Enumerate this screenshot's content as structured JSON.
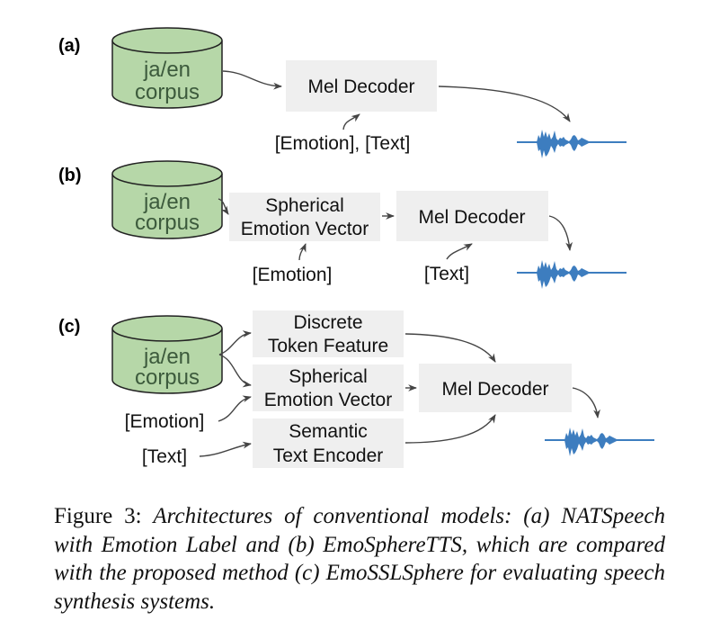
{
  "colors": {
    "cylinder_fill": "#b6d7a8",
    "cylinder_stroke": "#222222",
    "box_fill": "#efefef",
    "arrow": "#444444",
    "waveform": "#3d7dbf"
  },
  "panels": [
    {
      "label": "(a)",
      "corpus": [
        "ja/en",
        "corpus"
      ],
      "boxes": [
        {
          "id": "mel",
          "lines": [
            "Mel Decoder"
          ]
        }
      ],
      "inputs": [
        {
          "text": "[Emotion], [Text]"
        }
      ],
      "output": "waveform-icon"
    },
    {
      "label": "(b)",
      "corpus": [
        "ja/en",
        "corpus"
      ],
      "boxes": [
        {
          "id": "sev",
          "lines": [
            "Spherical",
            "Emotion Vector"
          ]
        },
        {
          "id": "mel",
          "lines": [
            "Mel Decoder"
          ]
        }
      ],
      "inputs": [
        {
          "text": "[Emotion]"
        },
        {
          "text": "[Text]"
        }
      ],
      "output": "waveform-icon"
    },
    {
      "label": "(c)",
      "corpus": [
        "ja/en",
        "corpus"
      ],
      "boxes": [
        {
          "id": "dtf",
          "lines": [
            "Discrete",
            "Token Feature"
          ]
        },
        {
          "id": "sev",
          "lines": [
            "Spherical",
            "Emotion Vector"
          ]
        },
        {
          "id": "ste",
          "lines": [
            "Semantic",
            "Text Encoder"
          ]
        },
        {
          "id": "mel",
          "lines": [
            "Mel Decoder"
          ]
        }
      ],
      "inputs": [
        {
          "text": "[Emotion]"
        },
        {
          "text": "[Text]"
        }
      ],
      "output": "waveform-icon"
    }
  ],
  "caption": {
    "prefix": "Figure 3: ",
    "body": "Architectures of conventional models: (a) NATSpeech with Emotion Label and (b) EmoSphereTTS, which are compared with the proposed method (c) EmoSSLSphere for evaluating speech synthesis systems."
  }
}
